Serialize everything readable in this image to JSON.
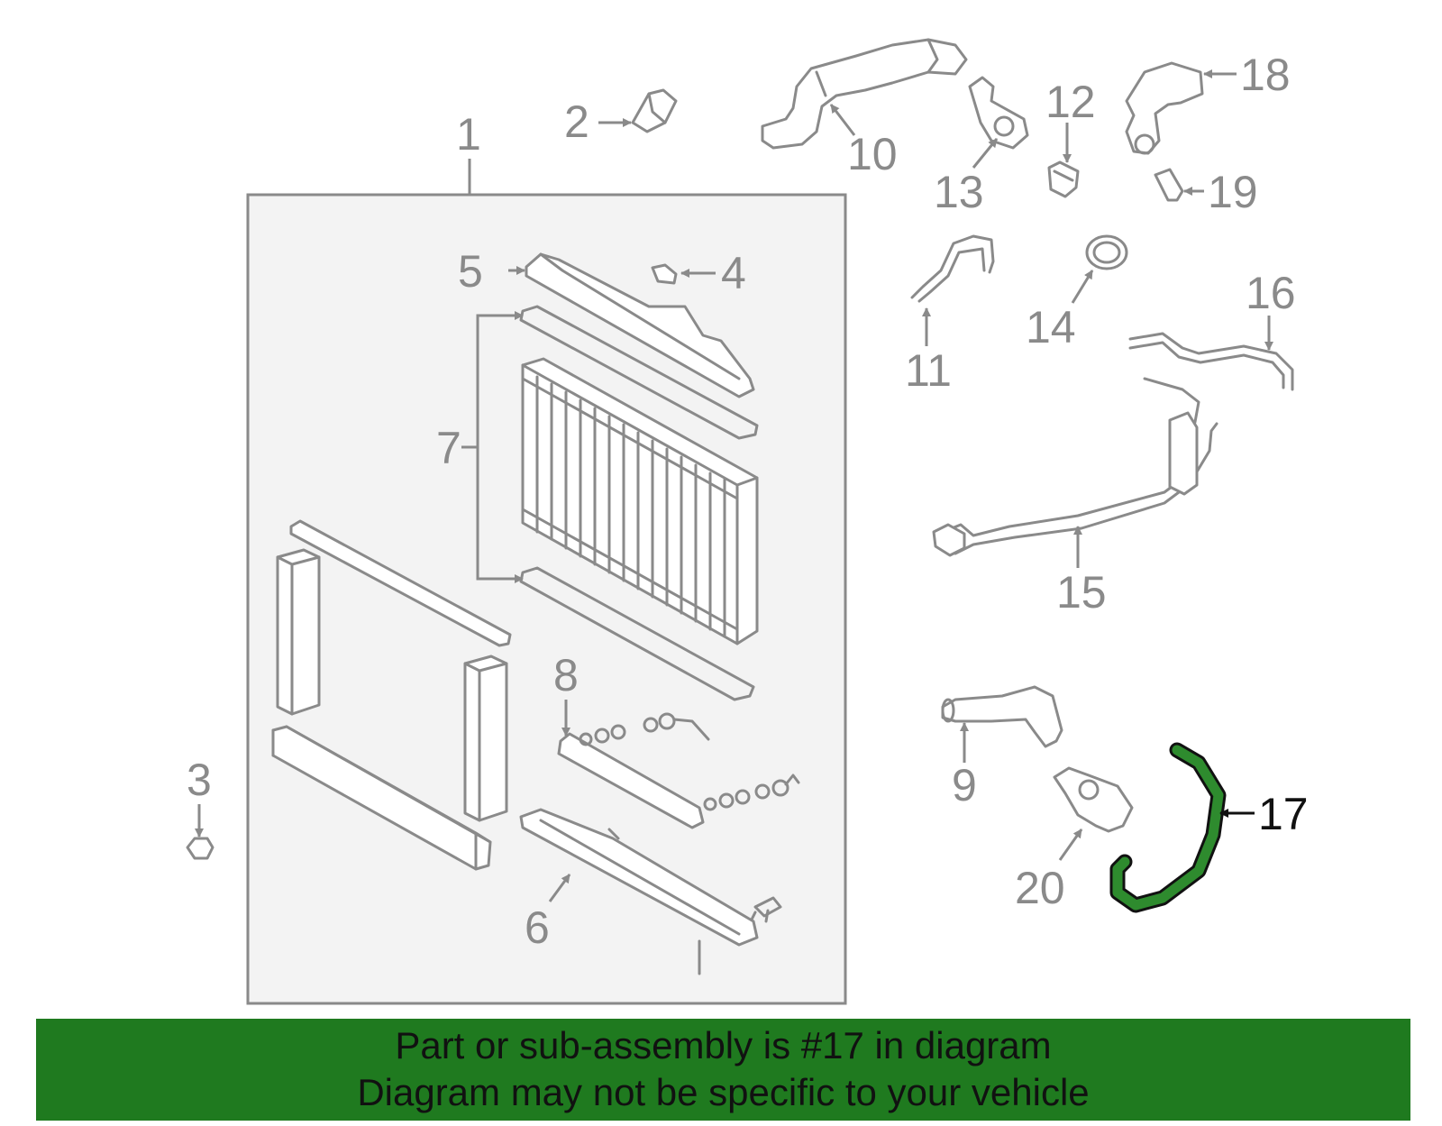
{
  "callouts": {
    "c1": "1",
    "c2": "2",
    "c3": "3",
    "c4": "4",
    "c5": "5",
    "c6": "6",
    "c7": "7",
    "c8": "8",
    "c9": "9",
    "c10": "10",
    "c11": "11",
    "c12": "12",
    "c13": "13",
    "c14": "14",
    "c15": "15",
    "c16": "16",
    "c17": "17",
    "c18": "18",
    "c19": "19",
    "c20": "20"
  },
  "highlight": {
    "part_number": "17",
    "color": "#1f7a1f"
  },
  "colors": {
    "line": "#8a8a8a",
    "highlight_fill": "#2e8b2e",
    "banner": "#1f7a1f"
  },
  "banner": {
    "line1": "Part or sub-assembly is #17 in diagram",
    "line2": "Diagram may not be specific to your vehicle"
  }
}
